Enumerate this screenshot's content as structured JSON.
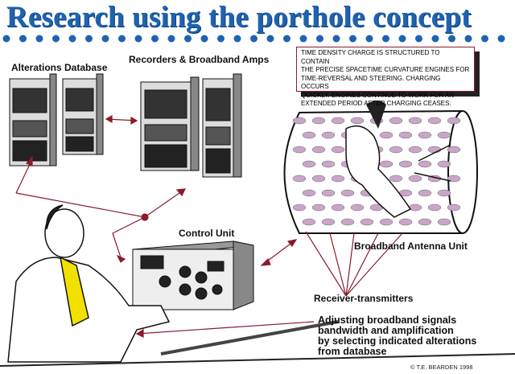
{
  "title": "Research using the porthole concept",
  "labels": {
    "alterations_database": "Alterations Database",
    "recorders": "Recorders & Broadband Amps",
    "control_unit": "Control Unit",
    "antenna_unit": "Broadband Antenna Unit",
    "receiver_transmitters": "Receiver-transmitters"
  },
  "note": {
    "lines": [
      "TIME DENSITY CHARGE IS STRUCTURED TO CONTAIN",
      "THE PRECISE SPACETIME CURVATURE ENGINES FOR",
      "TIME-REVERSAL AND STEERING.  CHARGING OCCURS",
      "QUICKLY.  ENGINES CONTINUE TO WORK FOR AN",
      "EXTENDED PERIOD AFTER CHARGING CEASES."
    ]
  },
  "adjusting": {
    "lines": [
      "Adjusting broadband signals",
      "bandwidth and amplification",
      "by selecting indicated alterations",
      "from database"
    ]
  },
  "copyright": "©  T.E. BEARDEN 1998",
  "colors": {
    "title": "#1f63b0",
    "dots": "#1f63b0",
    "lines": "#8b1a2b",
    "ports": "#c9a6c8"
  }
}
